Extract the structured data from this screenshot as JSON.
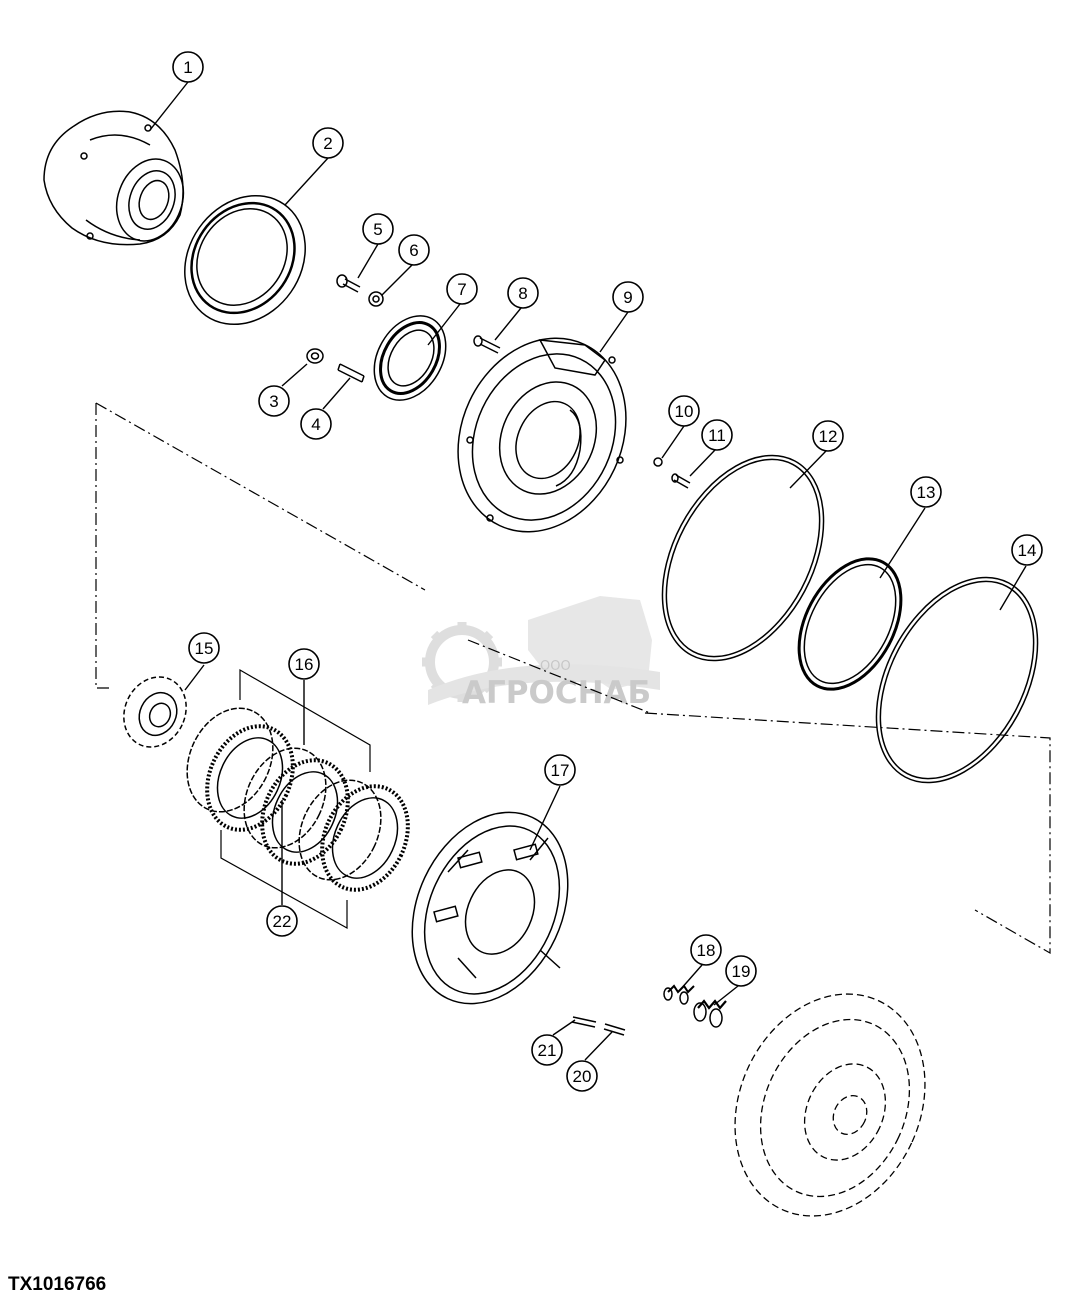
{
  "figure_id": "TX1016766",
  "watermark": {
    "small_text": "ООО",
    "brand": "АГРОСНАБ"
  },
  "callouts": [
    "1",
    "2",
    "3",
    "4",
    "5",
    "6",
    "7",
    "8",
    "9",
    "10",
    "11",
    "12",
    "13",
    "14",
    "15",
    "16",
    "17",
    "18",
    "19",
    "20",
    "21",
    "22"
  ],
  "colors": {
    "line": "#000000",
    "watermark": "#d6d6d6",
    "background": "#ffffff"
  }
}
